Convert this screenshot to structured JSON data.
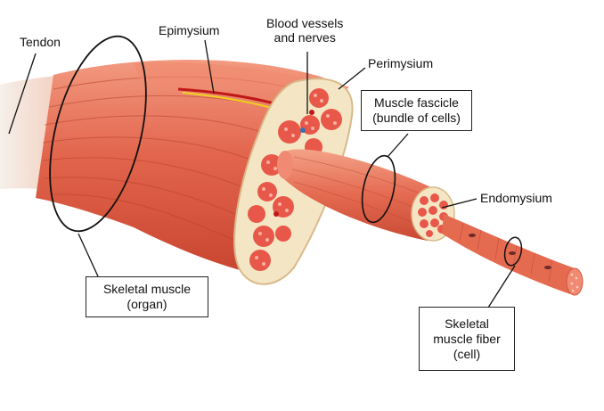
{
  "labels": {
    "tendon": "Tendon",
    "epimysium": "Epimysium",
    "blood_vessels_line1": "Blood vessels",
    "blood_vessels_line2": "and nerves",
    "perimysium": "Perimysium",
    "endomysium": "Endomysium"
  },
  "boxes": {
    "fascicle_line1": "Muscle fascicle",
    "fascicle_line2": "(bundle of cells)",
    "organ_line1": "Skeletal muscle",
    "organ_line2": "(organ)",
    "fiber_line1": "Skeletal",
    "fiber_line2": "muscle fiber",
    "fiber_line3": "(cell)"
  },
  "colors": {
    "muscle": "#e0604a",
    "muscle_dark": "#b83a2a",
    "muscle_light": "#f08a72",
    "connective": "#f4e6c4",
    "vessel_red": "#c01818",
    "vessel_blue": "#3a6fb0",
    "nerve_yellow": "#f0d020"
  }
}
